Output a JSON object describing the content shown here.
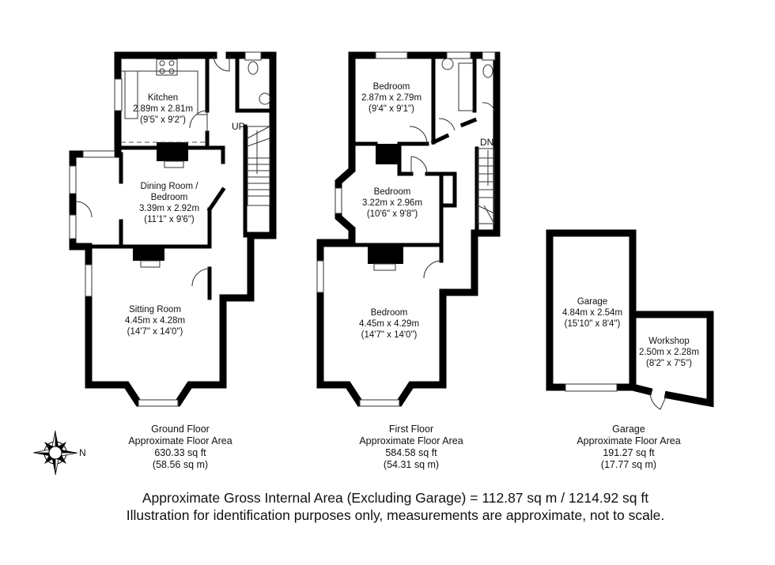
{
  "floors": [
    {
      "name": "Ground Floor",
      "area_label": "Approximate Floor Area",
      "sq_ft": "630.33 sq ft",
      "sq_m": "(58.56 sq m)",
      "stair_mark": "UP",
      "rooms": [
        {
          "name": "Kitchen",
          "metric": "2.89m x 2.81m",
          "imperial": "(9'5\" x 9'2\")"
        },
        {
          "name": "Dining Room /",
          "name2": "Bedroom",
          "metric": "3.39m x 2.92m",
          "imperial": "(11'1\" x 9'6\")"
        },
        {
          "name": "Sitting Room",
          "metric": "4.45m x 4.28m",
          "imperial": "(14'7\" x 14'0\")"
        }
      ]
    },
    {
      "name": "First Floor",
      "area_label": "Approximate Floor Area",
      "sq_ft": "584.58 sq ft",
      "sq_m": "(54.31 sq m)",
      "stair_mark": "DN",
      "rooms": [
        {
          "name": "Bedroom",
          "metric": "2.87m x 2.79m",
          "imperial": "(9'4\" x 9'1\")"
        },
        {
          "name": "Bedroom",
          "metric": "3.22m x 2.96m",
          "imperial": "(10'6\" x 9'8\")"
        },
        {
          "name": "Bedroom",
          "metric": "4.45m x 4.29m",
          "imperial": "(14'7\" x 14'0\")"
        }
      ]
    },
    {
      "name": "Garage",
      "area_label": "Approximate Floor Area",
      "sq_ft": "191.27 sq ft",
      "sq_m": "(17.77 sq m)",
      "rooms": [
        {
          "name": "Garage",
          "metric": "4.84m x 2.54m",
          "imperial": "(15'10\" x 8'4\")"
        },
        {
          "name": "Workshop",
          "metric": "2.50m x 2.28m",
          "imperial": "(8'2\" x 7'5\")"
        }
      ]
    }
  ],
  "compass": {
    "icon": "compass-rose-icon",
    "label": "N"
  },
  "footer": {
    "gross_area": "Approximate Gross Internal Area (Excluding Garage) = 112.87 sq m / 1214.92 sq ft",
    "disclaimer": "Illustration for identification purposes only, measurements are approximate, not to scale."
  }
}
